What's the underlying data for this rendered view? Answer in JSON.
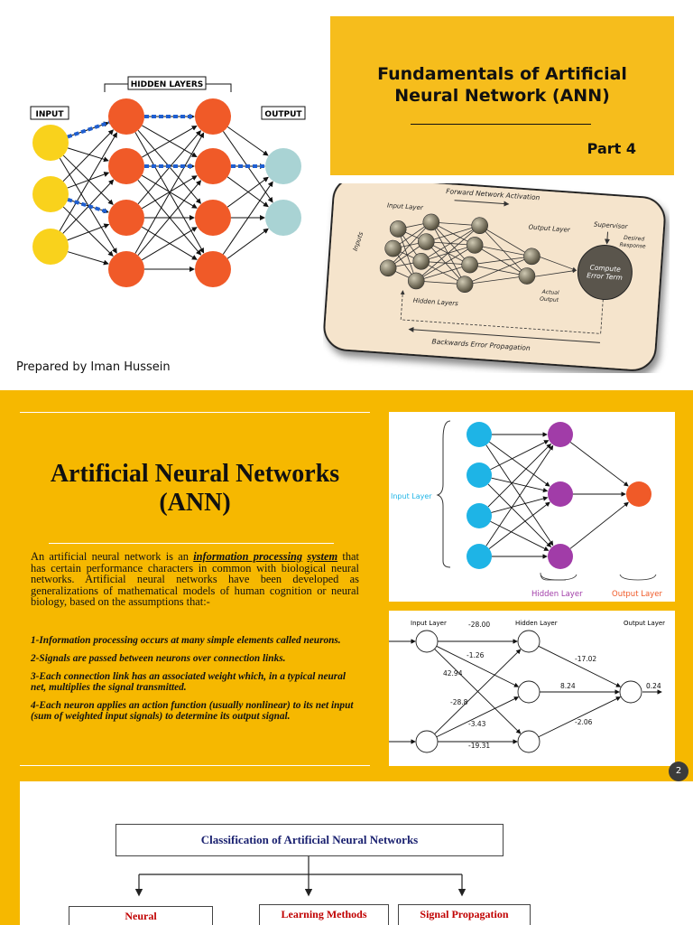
{
  "slide1": {
    "title_line1": "Fundamentals of Artificial",
    "title_line2": "Neural Network (ANN)",
    "part": "Part 4",
    "prepared_by": "Prepared by Iman Hussein",
    "nn_diagram": {
      "label_input": "INPUT",
      "label_hidden": "HIDDEN LAYERS",
      "label_output": "OUTPUT"
    },
    "backprop_card": {
      "forward": "Forward Network Activation",
      "input_layer": "Input Layer",
      "output_layer": "Output Layer",
      "supervisor": "Supervisor",
      "desired1": "Desired",
      "desired2": "Response",
      "inputs": "Inputs",
      "compute1": "Compute",
      "compute2": "Error Term",
      "actual1": "Actual",
      "actual2": "Output",
      "hidden_layers": "Hidden Layers",
      "backwards": "Backwards Error Propagation"
    }
  },
  "slide2": {
    "title_line1": "Artificial Neural Networks",
    "title_line2": "(ANN)",
    "para_start": "An artificial neural network is an ",
    "para_emph1": "information processing",
    "para_emph2": "system",
    "para_rest": " that has certain performance characters in common with biological neural networks. Artificial neural networks have been developed as generalizations of mathematical models of human cognition or neural biology, based on the assumptions that:-",
    "assumptions": [
      "1-Information processing occurs at many simple elements called neurons.",
      "2-Signals are passed between neurons over connection links.",
      "3-Each connection link has an associated weight which, in a typical neural net, multiplies the signal transmitted.",
      "4-Each neuron applies an action function (usually nonlinear) to its net input (sum of weighted input signals) to determine its output signal."
    ],
    "fig1": {
      "input_layer": "Input Layer",
      "hidden_layer": "Hidden Layer",
      "output_layer": "Output Layer"
    },
    "fig2": {
      "input_layer": "Input Layer",
      "hidden_layer": "Hidden Layer",
      "output_layer": "Output Layer",
      "weights": [
        "-28.00",
        "-1.26",
        "42.94",
        "-28.8",
        "-3.43",
        "-19.31",
        "-17.02",
        "8.24",
        "-2.06"
      ],
      "output_value": "0.24"
    },
    "page_number": "2"
  },
  "slide3": {
    "title": "Classification of Artificial Neural Networks",
    "branches": [
      "Neural",
      "Learning Methods",
      "Signal Propagation"
    ]
  },
  "colors": {
    "yellow_bg": "#f6b800",
    "title_box": "#f6bd1c",
    "neuron_orange": "#f05a28",
    "neuron_yellow": "#f9d21c",
    "neuron_teal": "#a9d3d4",
    "neuron_cyan": "#1eb4e6",
    "neuron_purple": "#a13ca8",
    "navy_text": "#1a2170",
    "red_text": "#c00000"
  }
}
